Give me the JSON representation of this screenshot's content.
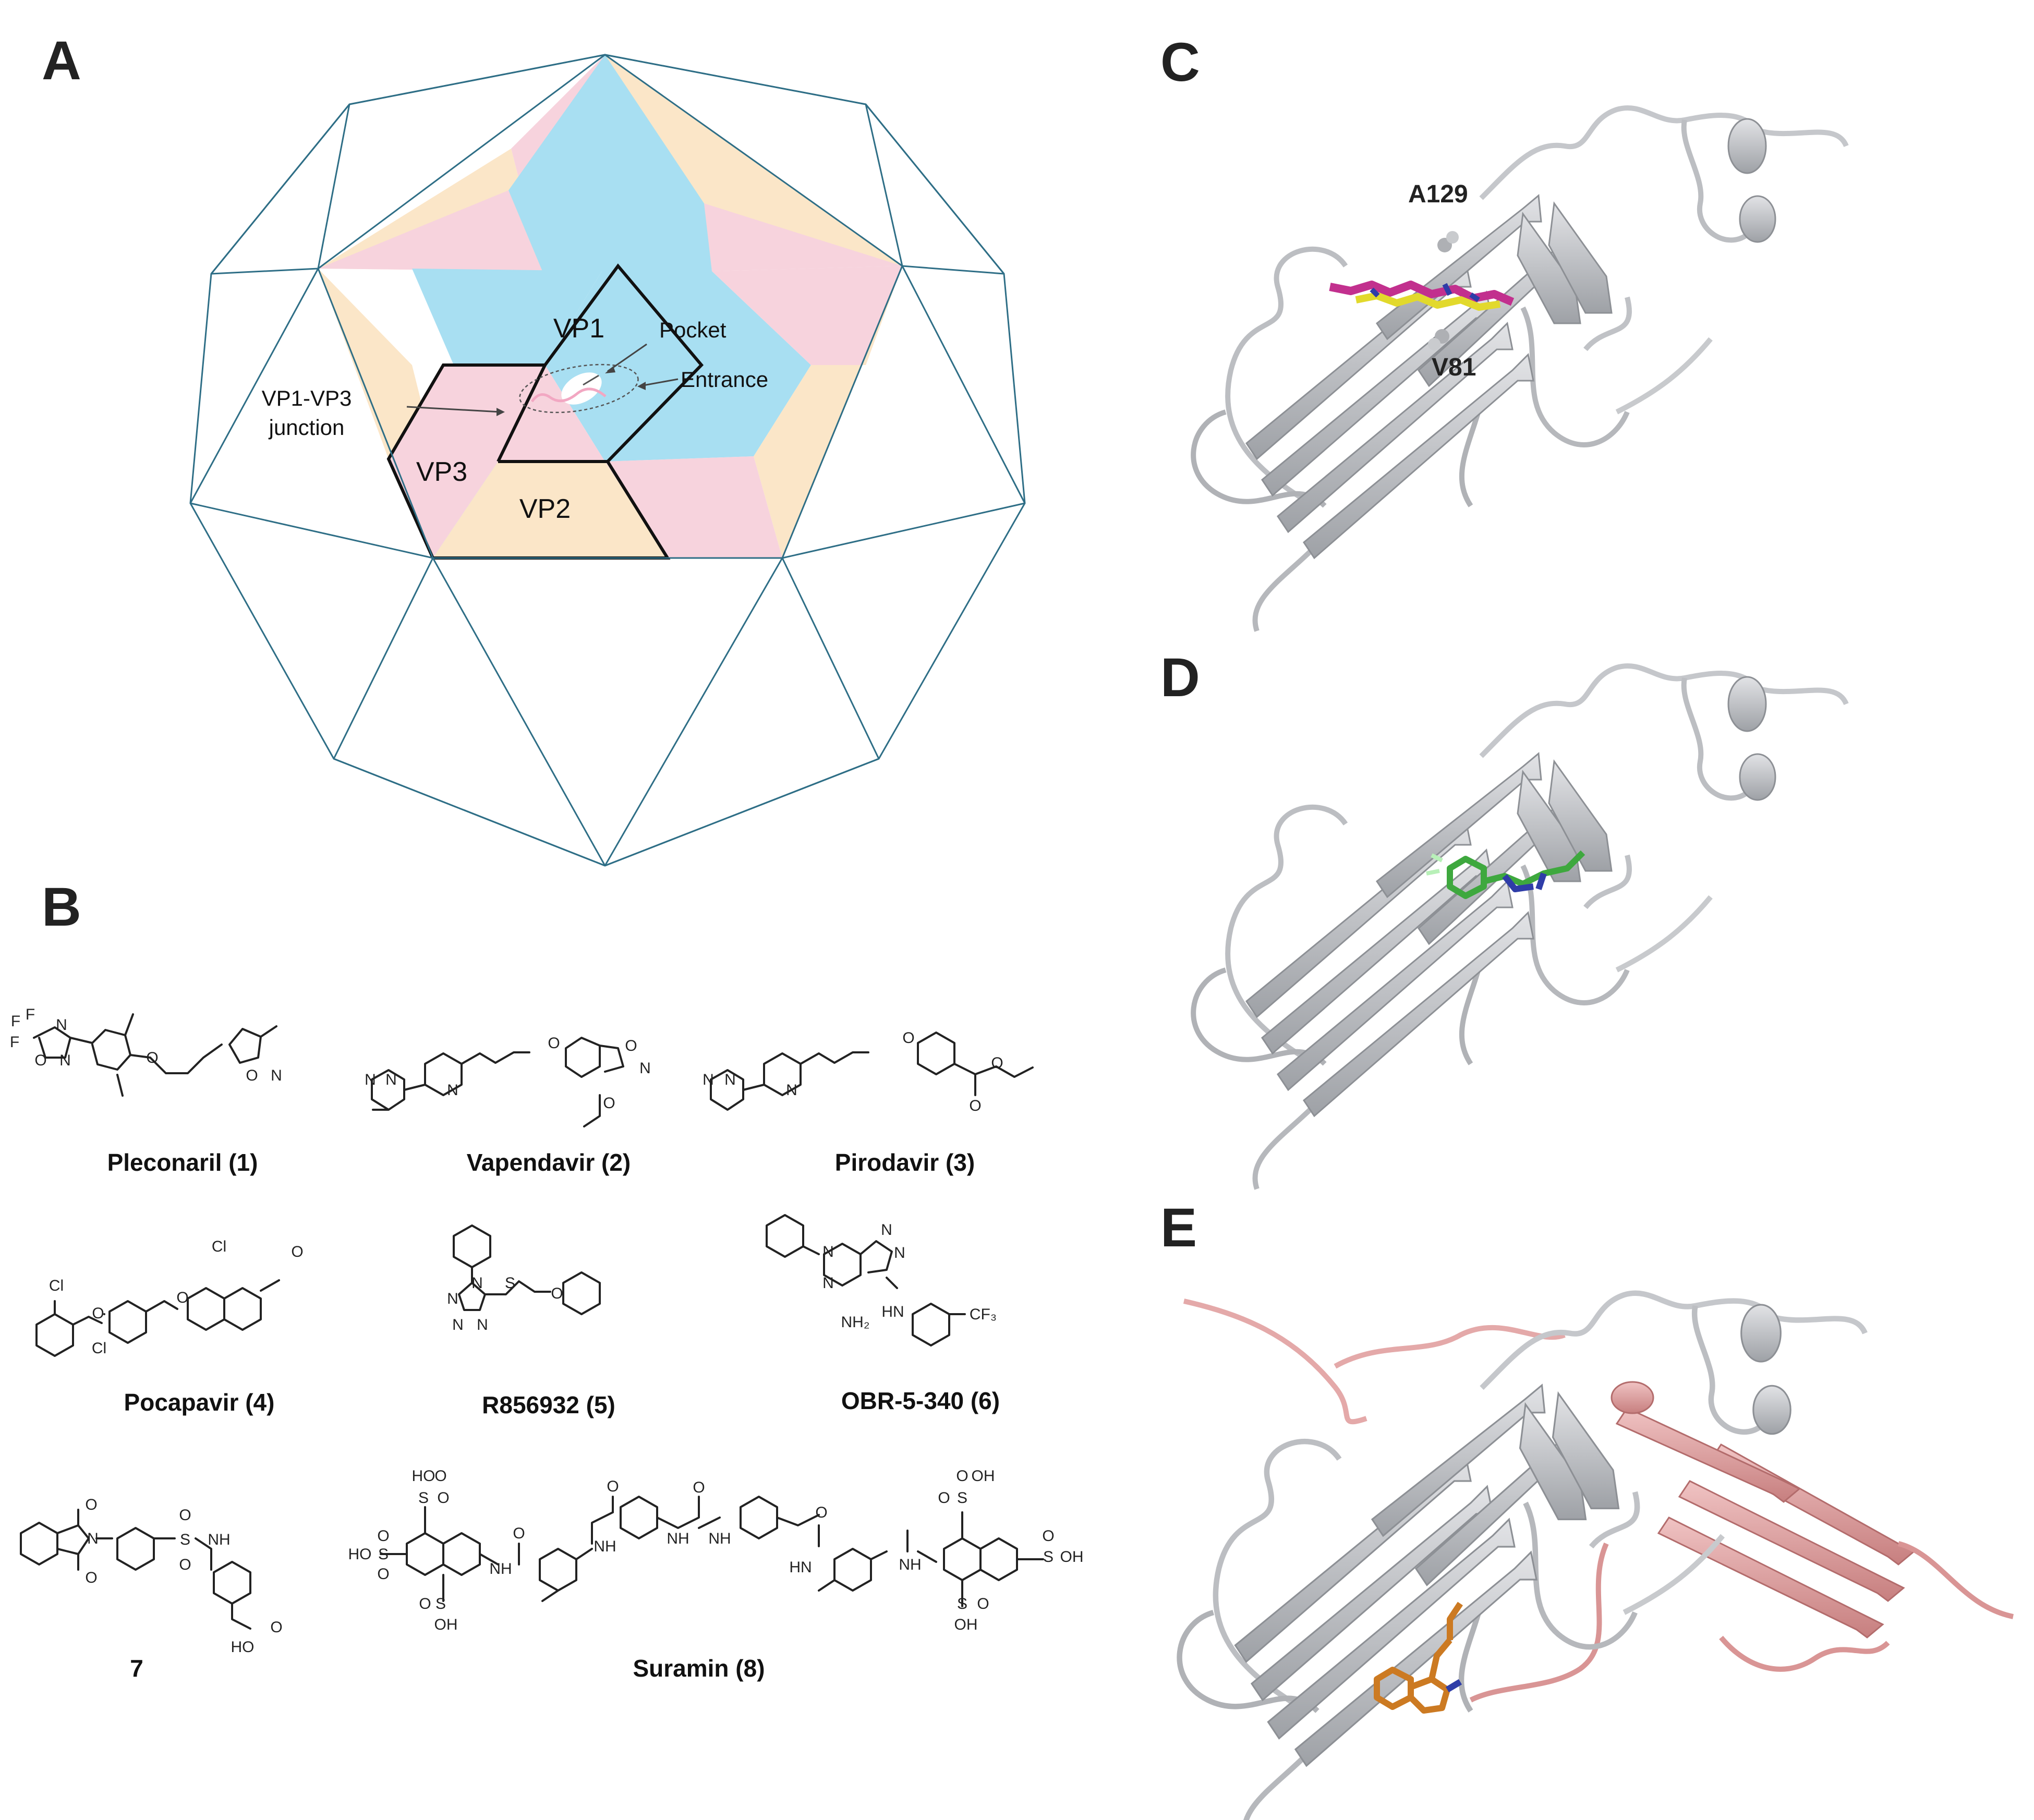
{
  "panels": {
    "a": {
      "letter": "A",
      "labels": {
        "vp1": "VP1",
        "vp2": "VP2",
        "vp3": "VP3",
        "pocket": "Pocket",
        "entrance": "Entrance",
        "junction_line1": "VP1-VP3",
        "junction_line2": "junction"
      },
      "colors": {
        "vp1": "#a8dff2",
        "vp2": "#fbe6c8",
        "vp3": "#f7d3dd",
        "outline": "#2e6e86"
      }
    },
    "b": {
      "letter": "B",
      "compounds": [
        "Pleconaril (1)",
        "Vapendavir (2)",
        "Pirodavir (3)",
        "Pocapavir (4)",
        "R856932 (5)",
        "OBR-5-340 (6)",
        "7",
        "Suramin (8)"
      ],
      "atoms": {
        "p1": [
          "F",
          "F",
          "F",
          "N",
          "O",
          "N",
          "O",
          "O",
          "N"
        ],
        "p2": [
          "N",
          "N",
          "N",
          "O",
          "O",
          "N",
          "O"
        ],
        "p3": [
          "N",
          "N",
          "N",
          "O",
          "O",
          "O"
        ],
        "p4": [
          "Cl",
          "O",
          "Cl",
          "O",
          "Cl",
          "O"
        ],
        "p5": [
          "N",
          "N",
          "N",
          "N",
          "S",
          "O"
        ],
        "p6": [
          "N",
          "N",
          "N",
          "N",
          "NH₂",
          "HN",
          "CF₃"
        ],
        "p7": [
          "O",
          "N",
          "O",
          "O",
          "S",
          "O",
          "NH",
          "O",
          "HO"
        ],
        "p8": [
          "HO",
          "O",
          "S",
          "O",
          "OH",
          "HO",
          "S",
          "O",
          "O",
          "S",
          "O",
          "OH",
          "NH",
          "O",
          "NH",
          "O",
          "NH",
          "NH",
          "O",
          "HN",
          "O",
          "NH",
          "S",
          "O",
          "O",
          "OH",
          "O",
          "S",
          "OH",
          "O",
          "S",
          "OH"
        ]
      }
    },
    "c": {
      "letter": "C",
      "residues": [
        "A129",
        "V81"
      ]
    },
    "d": {
      "letter": "D"
    },
    "e": {
      "letter": "E"
    }
  },
  "colors": {
    "protein": "#c0c2c6",
    "protein_edge": "#8d9095",
    "chain_pink": "#e4a9a9",
    "ligand_magenta": "#c2308e",
    "ligand_yellow": "#e2d92c",
    "ligand_green": "#3ea83e",
    "ligand_blue": "#2f3da8",
    "ligand_orange": "#cc7a22"
  }
}
